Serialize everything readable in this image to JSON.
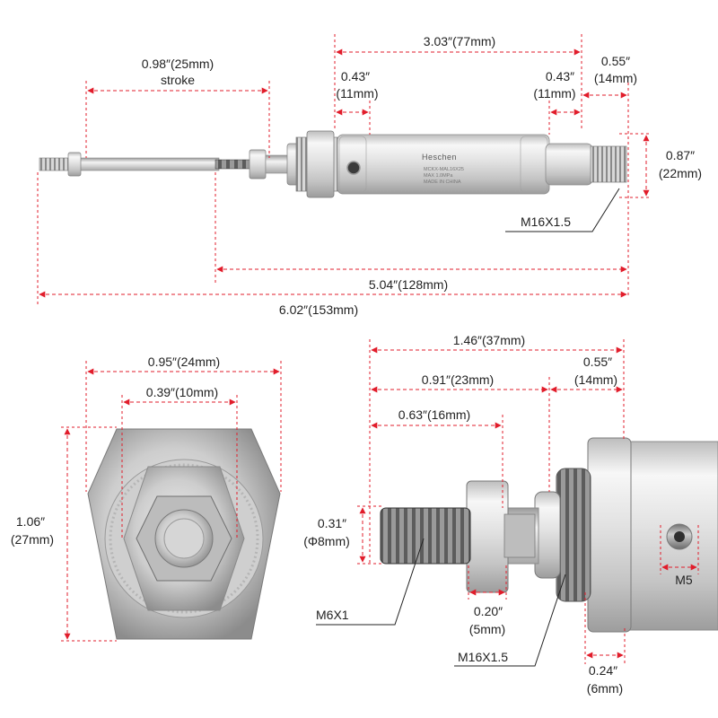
{
  "product": {
    "brand": "Heschen",
    "model": "MCKX-MAL16X25",
    "engraving": "MAX 1.0MPa",
    "origin": "MADE IN CHINA"
  },
  "colors": {
    "dimension_line": "#e11d2b",
    "leader_line": "#222222",
    "text": "#222222",
    "steel_light": "#f2f2f2",
    "steel_mid": "#c9c9c9",
    "steel_dark": "#8f8f8f"
  },
  "top_view": {
    "stroke_in": "0.98″(25mm)",
    "stroke_label": "stroke",
    "body_length": "3.03″(77mm)",
    "front_thread_in": "0.43″",
    "front_thread_mm": "(11mm)",
    "rear_thread_in": "0.43″",
    "rear_thread_mm": "(11mm)",
    "rear_boss_in": "0.55″",
    "rear_boss_mm": "(14mm)",
    "diameter_in": "0.87″",
    "diameter_mm": "(22mm)",
    "port_thread": "M16X1.5",
    "retracted_length": "5.04″(128mm)",
    "overall_length": "6.02″(153mm)"
  },
  "end_view": {
    "hex_width": "0.95″(24mm)",
    "rod_nut_width": "0.39″(10mm)",
    "height_in": "1.06″",
    "height_mm": "(27mm)"
  },
  "detail_view": {
    "to_body": "1.46″(37mm)",
    "rod_end_length": "0.91″(23mm)",
    "rod_thread_length": "0.63″(16mm)",
    "boss_in": "0.55″",
    "boss_mm": "(14mm)",
    "rod_dia_in": "0.31″",
    "rod_dia_mm": "(Φ8mm)",
    "rod_thread": "M6X1",
    "nut_in": "0.20″",
    "nut_mm": "(5mm)",
    "mount_thread": "M16X1.5",
    "flange_in": "0.24″",
    "flange_mm": "(6mm)",
    "port_thread": "M5"
  }
}
